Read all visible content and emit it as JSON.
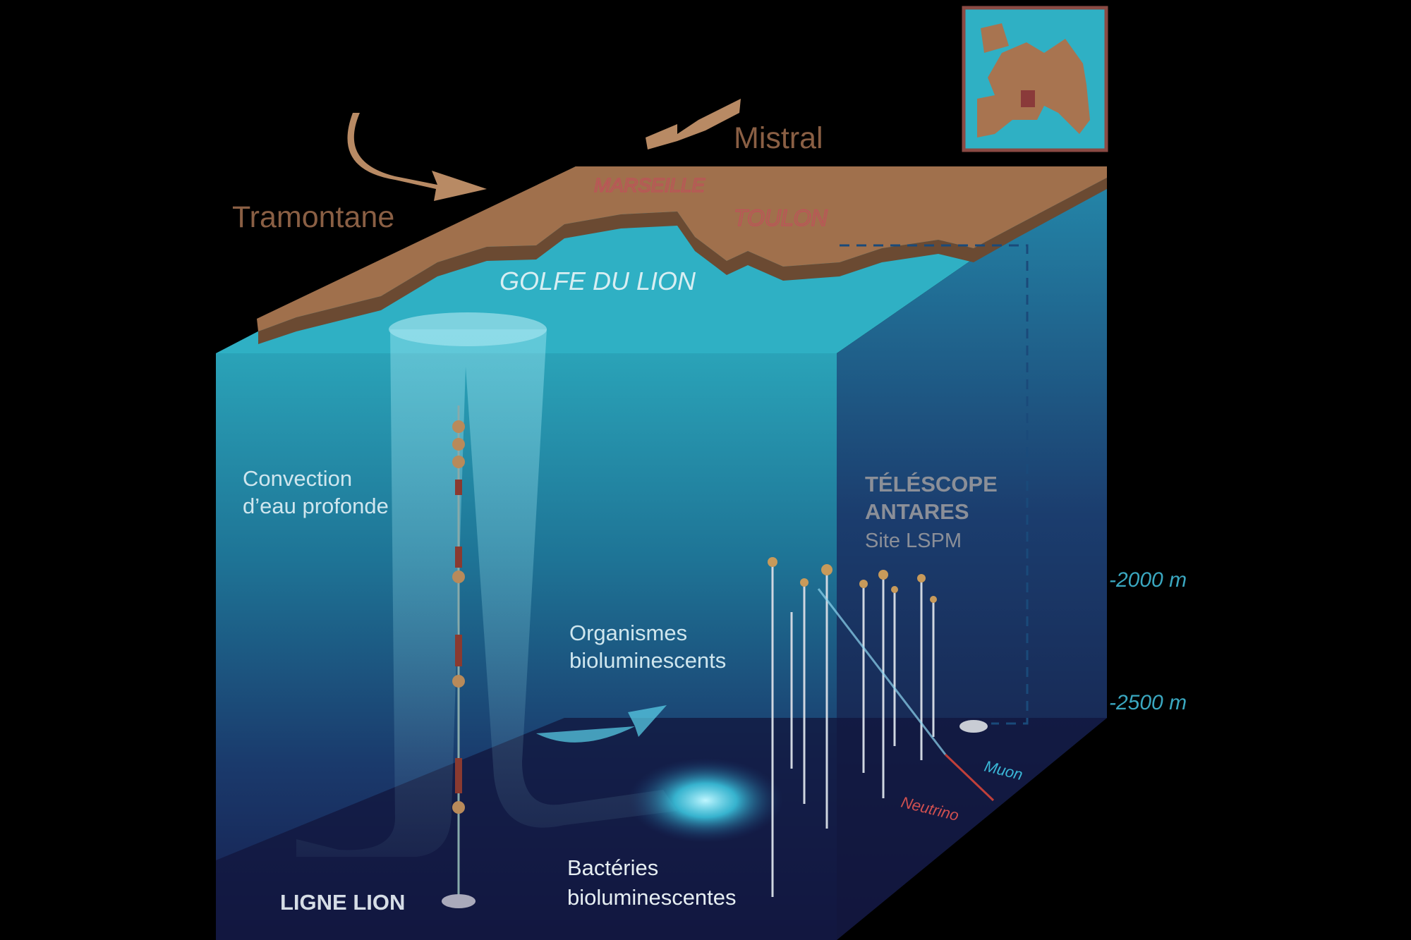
{
  "winds": {
    "tramontane": "Tramontane",
    "mistral": "Mistral"
  },
  "places": {
    "marseille": "MARSEILLE",
    "toulon": "TOULON",
    "golfe": "GOLFE DU LION"
  },
  "labels": {
    "convection_1": "Convection",
    "convection_2": "d’eau profonde",
    "organismes_1": "Organismes",
    "organismes_2": "bioluminescents",
    "bacteries_1": "Bactéries",
    "bacteries_2": "bioluminescentes",
    "ligne_lion": "LIGNE LION",
    "telescope_1": "TÉLÉSCOPE",
    "telescope_2": "ANTARES",
    "telescope_3": "Site LSPM",
    "muon": "Muon",
    "neutrino": "Neutrino"
  },
  "depths": {
    "d2000": "-2000 m",
    "d2500": "-2500 m"
  },
  "colors": {
    "land": "#a0704c",
    "sea_top": "#2fb0c4",
    "deep": "#141a48",
    "depth_text": "#3aa7c0",
    "wind_text": "#8a5f44",
    "city_text": "#c0505a"
  }
}
